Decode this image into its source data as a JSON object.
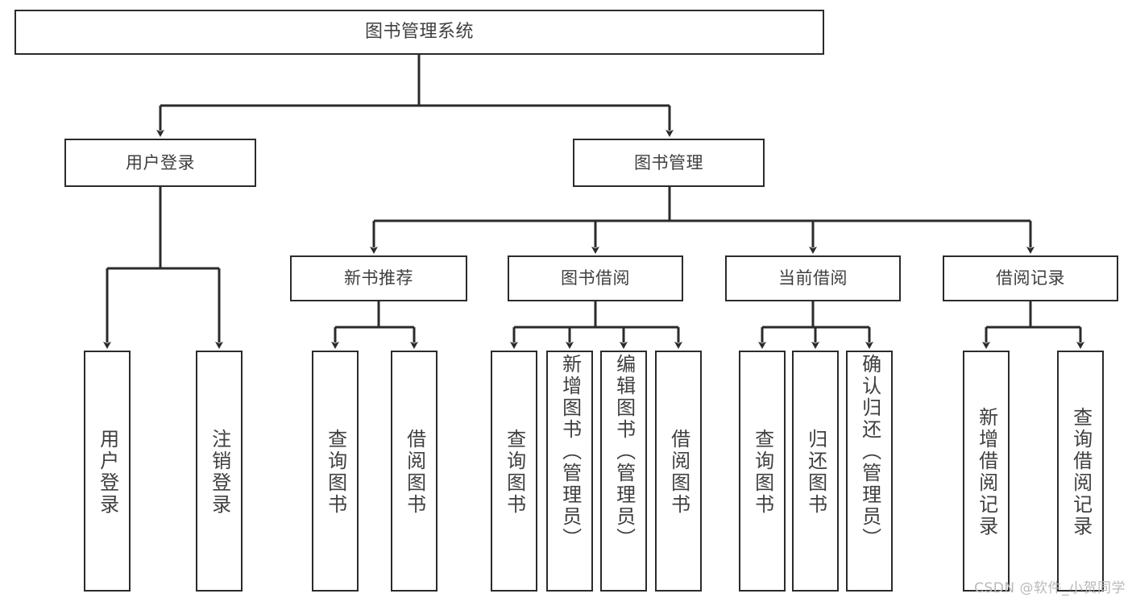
{
  "diagram": {
    "title": "图书管理系统",
    "type": "tree-hierarchy",
    "colors": {
      "box_border": "#2b2b2b",
      "box_fill": "#ffffff",
      "text": "#3f3f3f",
      "edge": "#2b2b2b",
      "watermark": "#b9b9b9",
      "background": "#ffffff"
    },
    "watermark": "CSDN @软件_小贺同学"
  },
  "nodes": {
    "root": {
      "label": "图书管理系统"
    },
    "level1": [
      {
        "label": "用户登录"
      },
      {
        "label": "图书管理"
      }
    ],
    "level2": [
      {
        "label": "新书推荐"
      },
      {
        "label": "图书借阅"
      },
      {
        "label": "当前借阅"
      },
      {
        "label": "借阅记录"
      }
    ],
    "leaves_user_login": [
      {
        "label": "用户登录"
      },
      {
        "label": "注销登录"
      }
    ],
    "leaves_new_book": [
      {
        "label": "查询图书"
      },
      {
        "label": "借阅图书"
      }
    ],
    "leaves_borrow": [
      {
        "label": "查询图书"
      },
      {
        "label": "新增图书（管理员）"
      },
      {
        "label": "编辑图书（管理员）"
      },
      {
        "label": "借阅图书"
      }
    ],
    "leaves_current": [
      {
        "label": "查询图书"
      },
      {
        "label": "归还图书"
      },
      {
        "label": "确认归还（管理员）"
      }
    ],
    "leaves_record": [
      {
        "label": "新增借阅记录"
      },
      {
        "label": "查询借阅记录"
      }
    ]
  }
}
